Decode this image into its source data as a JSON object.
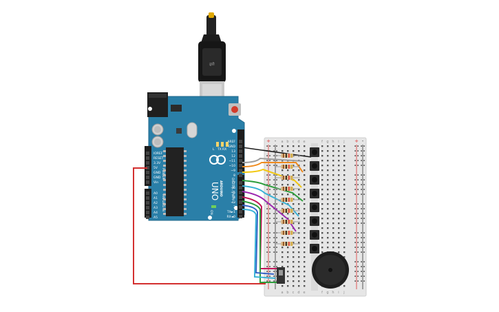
{
  "board": {
    "brand": "ARDUINO",
    "model": "UNO",
    "on_label": "ON",
    "section_digital": "DIGITAL (PWM~)",
    "section_power": "POWER",
    "section_analog": "ANALOG IN",
    "led_labels": [
      "L",
      "TX",
      "RX"
    ],
    "digital_pins": [
      "AREF",
      "GND",
      "13",
      "12",
      "~11",
      "~10",
      "~9",
      "8",
      "7",
      "~6",
      "~5",
      "4",
      "~3",
      "2",
      "TX►1",
      "RX◄0"
    ],
    "power_pins": [
      "IOREF",
      "RESET",
      "3.3V",
      "5V",
      "GND",
      "GND",
      "Vin"
    ],
    "analog_pins": [
      "A0",
      "A1",
      "A2",
      "A3",
      "A4",
      "A5"
    ]
  },
  "breadboard": {
    "columns_left": [
      "a",
      "b",
      "c",
      "d",
      "e"
    ],
    "columns_right": [
      "f",
      "g",
      "h",
      "i",
      "j"
    ],
    "rail_plus": "+",
    "rail_minus": "-"
  },
  "components": {
    "buttons": 8,
    "resistors": 9,
    "buzzer": "piezo",
    "switch": "slide"
  },
  "colors": {
    "board": "#2a7fa8",
    "breadboard": "#e8e8e8",
    "wire_gnd": "#1a1a1a",
    "wire_5v": "#d32f2f",
    "wires": [
      "#9e9e9e",
      "#ef8a1c",
      "#f2c811",
      "#2e9e3d",
      "#39b2d6",
      "#9c27b0",
      "#3563c7",
      "#c2185b"
    ]
  }
}
